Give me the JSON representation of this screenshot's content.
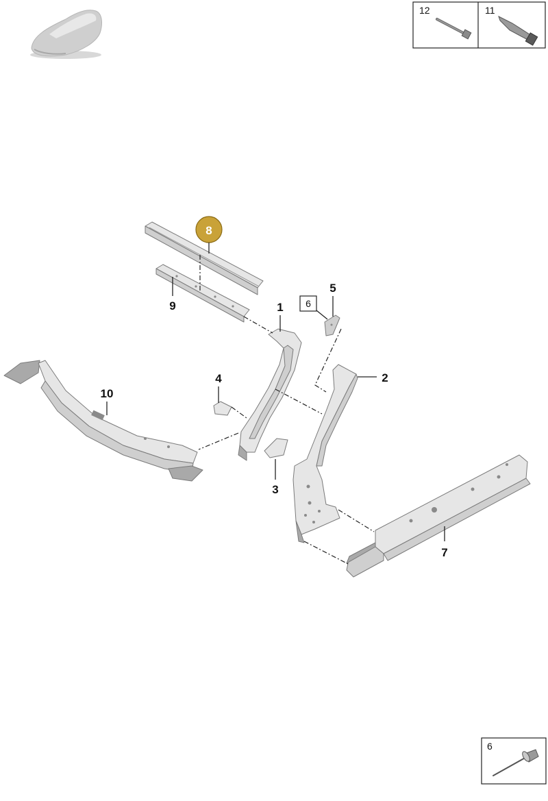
{
  "thumbnail": {
    "icon": "car-silhouette-icon"
  },
  "fastener_legend": [
    {
      "number": "12",
      "icon": "bolt-tool-icon"
    },
    {
      "number": "11",
      "icon": "sealant-cartridge-icon"
    }
  ],
  "highlight_color": "#c9a238",
  "callouts": {
    "c1": "1",
    "c2": "2",
    "c3": "3",
    "c4": "4",
    "c5": "5",
    "c6": "6",
    "c7": "7",
    "c8": "8",
    "c9": "9",
    "c10": "10"
  },
  "rivet_legend": {
    "number": "6",
    "icon": "blind-rivet-icon"
  }
}
